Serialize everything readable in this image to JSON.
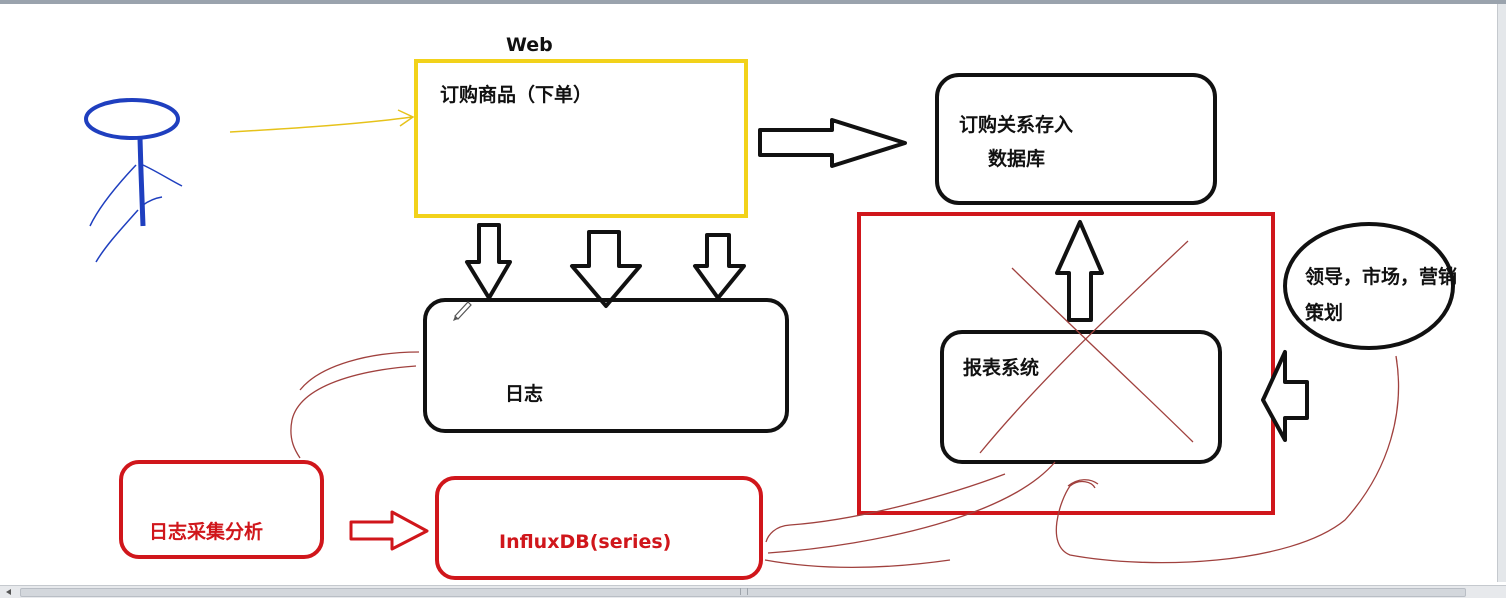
{
  "labels": {
    "web": "Web",
    "order_goods": "订购商品（下单）",
    "save_relation_line1": "订购关系存入",
    "save_relation_line2": "数据库",
    "log": "日志",
    "report_system": "报表系统",
    "leader_line1": "领导，市场，营销",
    "leader_line2": "策划",
    "log_collect": "日志采集分析",
    "influxdb": "InfluxDB(series)"
  },
  "colors": {
    "box_outline": "#111111",
    "web_box": "#f2d21a",
    "red_accent": "#d0161b",
    "stick_figure": "#1f3fbf",
    "crossout": "#a0413e",
    "background": "#ffffff"
  },
  "icons": {
    "pen_cursor": "pen-cursor-icon"
  }
}
